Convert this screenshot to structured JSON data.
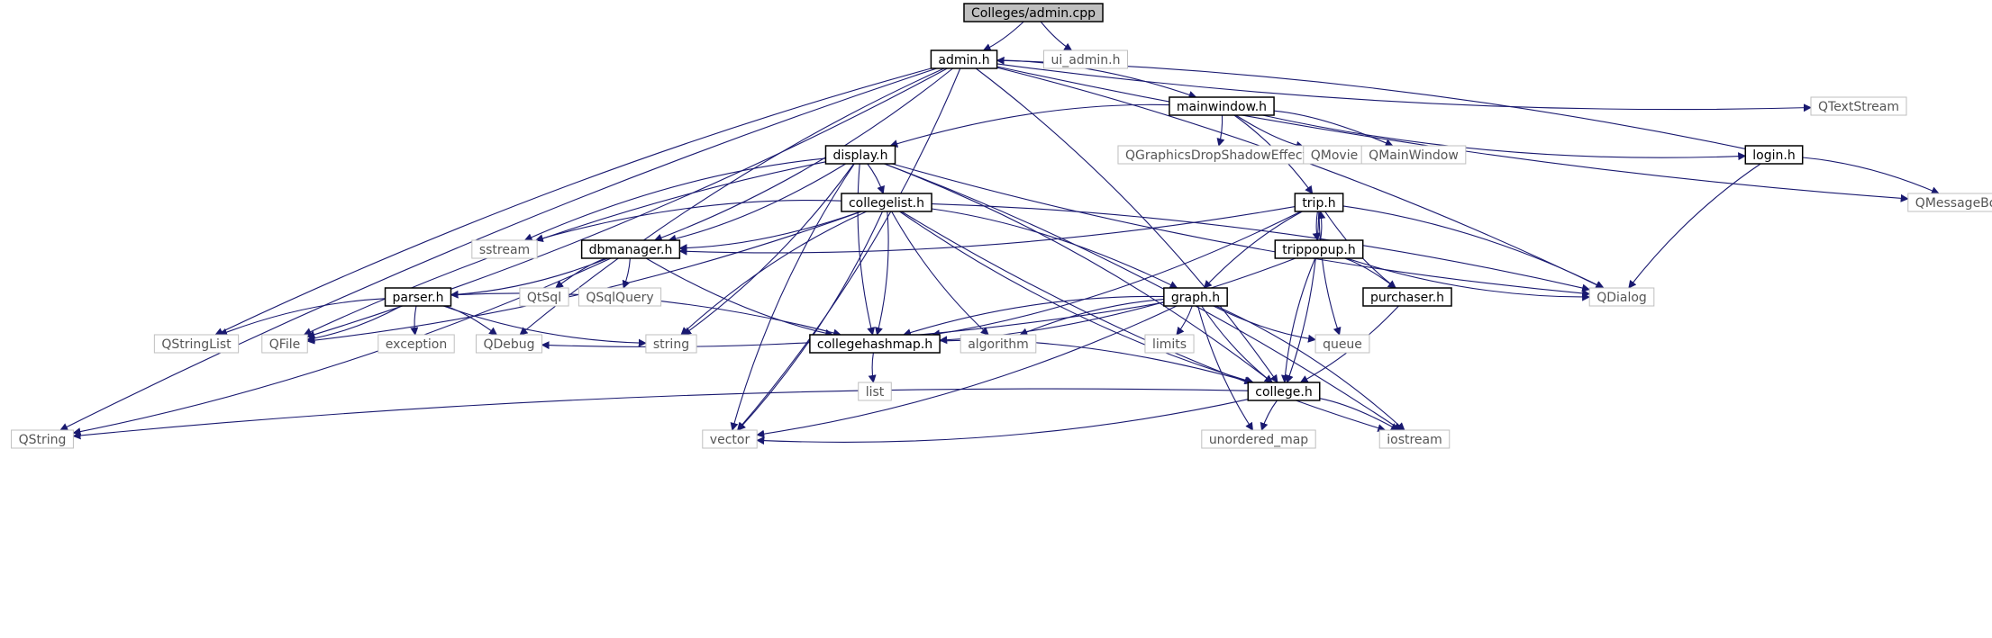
{
  "diagram": {
    "type": "include-dependency-graph",
    "colors": {
      "edge": "#191970",
      "project_border": "#000000",
      "external_border": "#bfbfbf",
      "external_text": "#555555",
      "root_fill": "#bfbfbf",
      "fill": "#ffffff"
    },
    "nodes": [
      {
        "id": "admin_cpp",
        "label": "Colleges/admin.cpp",
        "kind": "root"
      },
      {
        "id": "admin_h",
        "label": "admin.h",
        "kind": "project"
      },
      {
        "id": "ui_admin_h",
        "label": "ui_admin.h",
        "kind": "external"
      },
      {
        "id": "mainwindow_h",
        "label": "mainwindow.h",
        "kind": "project"
      },
      {
        "id": "QTextStream",
        "label": "QTextStream",
        "kind": "external"
      },
      {
        "id": "display_h",
        "label": "display.h",
        "kind": "project"
      },
      {
        "id": "QGraphicsDropShadowEffect",
        "label": "QGraphicsDropShadowEffect",
        "kind": "external"
      },
      {
        "id": "QMovie",
        "label": "QMovie",
        "kind": "external"
      },
      {
        "id": "QMainWindow",
        "label": "QMainWindow",
        "kind": "external"
      },
      {
        "id": "login_h",
        "label": "login.h",
        "kind": "project"
      },
      {
        "id": "collegelist_h",
        "label": "collegelist.h",
        "kind": "project"
      },
      {
        "id": "trip_h",
        "label": "trip.h",
        "kind": "project"
      },
      {
        "id": "QMessageBox",
        "label": "QMessageBox",
        "kind": "external"
      },
      {
        "id": "sstream",
        "label": "sstream",
        "kind": "external"
      },
      {
        "id": "dbmanager_h",
        "label": "dbmanager.h",
        "kind": "project"
      },
      {
        "id": "trippopup_h",
        "label": "trippopup.h",
        "kind": "project"
      },
      {
        "id": "QtSql",
        "label": "QtSql",
        "kind": "external"
      },
      {
        "id": "QSqlQuery",
        "label": "QSqlQuery",
        "kind": "external"
      },
      {
        "id": "parser_h",
        "label": "parser.h",
        "kind": "project"
      },
      {
        "id": "graph_h",
        "label": "graph.h",
        "kind": "project"
      },
      {
        "id": "purchaser_h",
        "label": "purchaser.h",
        "kind": "project"
      },
      {
        "id": "QDialog",
        "label": "QDialog",
        "kind": "external"
      },
      {
        "id": "QStringList",
        "label": "QStringList",
        "kind": "external"
      },
      {
        "id": "QFile",
        "label": "QFile",
        "kind": "external"
      },
      {
        "id": "exception",
        "label": "exception",
        "kind": "external"
      },
      {
        "id": "QDebug",
        "label": "QDebug",
        "kind": "external"
      },
      {
        "id": "string",
        "label": "string",
        "kind": "external"
      },
      {
        "id": "collegehashmap_h",
        "label": "collegehashmap.h",
        "kind": "project"
      },
      {
        "id": "algorithm",
        "label": "algorithm",
        "kind": "external"
      },
      {
        "id": "limits",
        "label": "limits",
        "kind": "external"
      },
      {
        "id": "queue",
        "label": "queue",
        "kind": "external"
      },
      {
        "id": "list",
        "label": "list",
        "kind": "external"
      },
      {
        "id": "college_h",
        "label": "college.h",
        "kind": "project"
      },
      {
        "id": "QString",
        "label": "QString",
        "kind": "external"
      },
      {
        "id": "vector",
        "label": "vector",
        "kind": "external"
      },
      {
        "id": "unordered_map",
        "label": "unordered_map",
        "kind": "external"
      },
      {
        "id": "iostream",
        "label": "iostream",
        "kind": "external"
      }
    ],
    "edges": [
      [
        "admin_cpp",
        "admin_h"
      ],
      [
        "admin_cpp",
        "ui_admin_h"
      ],
      [
        "admin_h",
        "mainwindow_h"
      ],
      [
        "admin_h",
        "QTextStream"
      ],
      [
        "admin_h",
        "dbmanager_h"
      ],
      [
        "admin_h",
        "QMessageBox"
      ],
      [
        "admin_h",
        "QDialog"
      ],
      [
        "admin_h",
        "QStringList"
      ],
      [
        "admin_h",
        "QFile"
      ],
      [
        "admin_h",
        "QDebug"
      ],
      [
        "admin_h",
        "college_h"
      ],
      [
        "admin_h",
        "QString"
      ],
      [
        "admin_h",
        "vector"
      ],
      [
        "mainwindow_h",
        "display_h"
      ],
      [
        "mainwindow_h",
        "QGraphicsDropShadowEffect"
      ],
      [
        "mainwindow_h",
        "QMovie"
      ],
      [
        "mainwindow_h",
        "QMainWindow"
      ],
      [
        "mainwindow_h",
        "login_h"
      ],
      [
        "mainwindow_h",
        "trip_h"
      ],
      [
        "login_h",
        "admin_h"
      ],
      [
        "login_h",
        "QMessageBox"
      ],
      [
        "login_h",
        "QDialog"
      ],
      [
        "display_h",
        "collegelist_h"
      ],
      [
        "display_h",
        "sstream"
      ],
      [
        "display_h",
        "dbmanager_h"
      ],
      [
        "display_h",
        "QFile"
      ],
      [
        "display_h",
        "string"
      ],
      [
        "display_h",
        "collegehashmap_h"
      ],
      [
        "display_h",
        "college_h"
      ],
      [
        "display_h",
        "vector"
      ],
      [
        "display_h",
        "iostream"
      ],
      [
        "display_h",
        "QDialog"
      ],
      [
        "collegelist_h",
        "dbmanager_h"
      ],
      [
        "collegelist_h",
        "sstream"
      ],
      [
        "collegelist_h",
        "QFile"
      ],
      [
        "collegelist_h",
        "string"
      ],
      [
        "collegelist_h",
        "collegehashmap_h"
      ],
      [
        "collegelist_h",
        "algorithm"
      ],
      [
        "collegelist_h",
        "vector"
      ],
      [
        "collegelist_h",
        "college_h"
      ],
      [
        "collegelist_h",
        "graph_h"
      ],
      [
        "collegelist_h",
        "iostream"
      ],
      [
        "collegelist_h",
        "QDialog"
      ],
      [
        "trip_h",
        "trippopup_h"
      ],
      [
        "trip_h",
        "dbmanager_h"
      ],
      [
        "trip_h",
        "graph_h"
      ],
      [
        "trip_h",
        "collegehashmap_h"
      ],
      [
        "trip_h",
        "purchaser_h"
      ],
      [
        "trip_h",
        "QDialog"
      ],
      [
        "trip_h",
        "queue"
      ],
      [
        "trip_h",
        "college_h"
      ],
      [
        "trippopup_h",
        "trip_h"
      ],
      [
        "trippopup_h",
        "purchaser_h"
      ],
      [
        "trippopup_h",
        "QDialog"
      ],
      [
        "trippopup_h",
        "collegehashmap_h"
      ],
      [
        "trippopup_h",
        "college_h"
      ],
      [
        "dbmanager_h",
        "parser_h"
      ],
      [
        "dbmanager_h",
        "QtSql"
      ],
      [
        "dbmanager_h",
        "QSqlQuery"
      ],
      [
        "dbmanager_h",
        "collegehashmap_h"
      ],
      [
        "dbmanager_h",
        "QString"
      ],
      [
        "parser_h",
        "QStringList"
      ],
      [
        "parser_h",
        "QFile"
      ],
      [
        "parser_h",
        "exception"
      ],
      [
        "parser_h",
        "QDebug"
      ],
      [
        "parser_h",
        "string"
      ],
      [
        "parser_h",
        "collegehashmap_h"
      ],
      [
        "graph_h",
        "collegehashmap_h"
      ],
      [
        "graph_h",
        "QDebug"
      ],
      [
        "graph_h",
        "algorithm"
      ],
      [
        "graph_h",
        "limits"
      ],
      [
        "graph_h",
        "queue"
      ],
      [
        "graph_h",
        "vector"
      ],
      [
        "graph_h",
        "unordered_map"
      ],
      [
        "graph_h",
        "iostream"
      ],
      [
        "graph_h",
        "college_h"
      ],
      [
        "purchaser_h",
        "college_h"
      ],
      [
        "collegehashmap_h",
        "list"
      ],
      [
        "collegehashmap_h",
        "college_h"
      ],
      [
        "college_h",
        "QString"
      ],
      [
        "college_h",
        "vector"
      ],
      [
        "college_h",
        "unordered_map"
      ],
      [
        "college_h",
        "iostream"
      ]
    ]
  }
}
